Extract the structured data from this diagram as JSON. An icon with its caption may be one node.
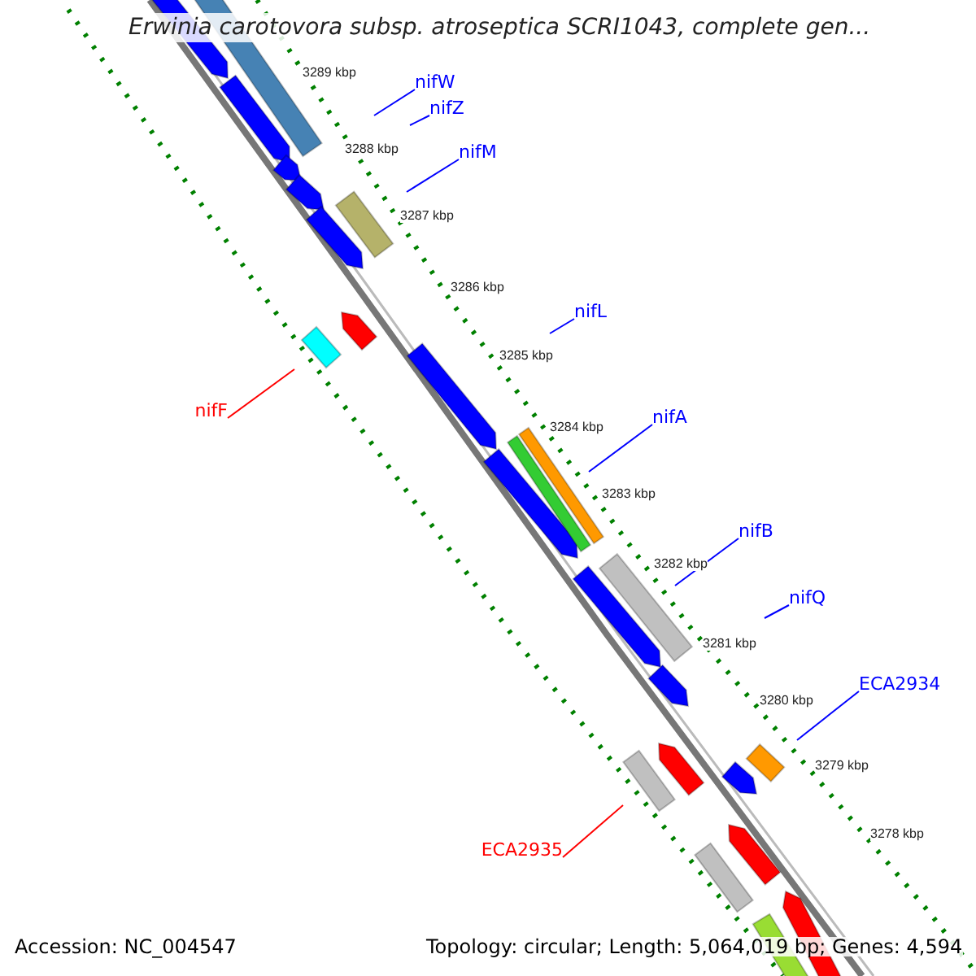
{
  "diagram": {
    "title": "Erwinia carotovora subsp. atroseptica SCRI1043, complete gen...",
    "nodes": [
      {
        "text": [
          "nifW"
        ]
      },
      {
        "text": [
          "nifZ"
        ]
      },
      {
        "text": [
          "nifM"
        ]
      },
      {
        "text": [
          "nifL"
        ]
      },
      {
        "text": [
          "nifF"
        ]
      },
      {
        "text": [
          "nifA"
        ]
      },
      {
        "text": [
          "nifB"
        ]
      },
      {
        "text": [
          "nifQ"
        ]
      },
      {
        "text": [
          "ECA2934"
        ]
      },
      {
        "text": [
          "ECA2935"
        ]
      }
    ],
    "edges": [
      {
        "from": 0,
        "to": null,
        "arrow": "none"
      },
      {
        "from": 1,
        "to": null,
        "arrow": "none"
      },
      {
        "from": 2,
        "to": null,
        "arrow": "none"
      },
      {
        "from": 3,
        "to": null,
        "arrow": "none"
      },
      {
        "from": 4,
        "to": null,
        "arrow": "none",
        "color": "#ff0000"
      },
      {
        "from": 5,
        "to": null,
        "arrow": "none"
      },
      {
        "from": 6,
        "to": null,
        "arrow": "none"
      },
      {
        "from": 7,
        "to": null,
        "arrow": "none"
      },
      {
        "from": 8,
        "to": null,
        "arrow": "none"
      },
      {
        "from": 9,
        "to": null,
        "arrow": "none",
        "color": "#ff0000"
      }
    ],
    "labels": [
      "3289 kbp",
      "3288 kbp",
      "3287 kbp",
      "3286 kbp",
      "3285 kbp",
      "3284 kbp",
      "3283 kbp",
      "3282 kbp",
      "3281 kbp",
      "3280 kbp",
      "3279 kbp",
      "3278 kbp",
      "Accession: NC_004547",
      "Topology: circular; Length: 5,064,019 bp; Genes: 4,594"
    ]
  }
}
